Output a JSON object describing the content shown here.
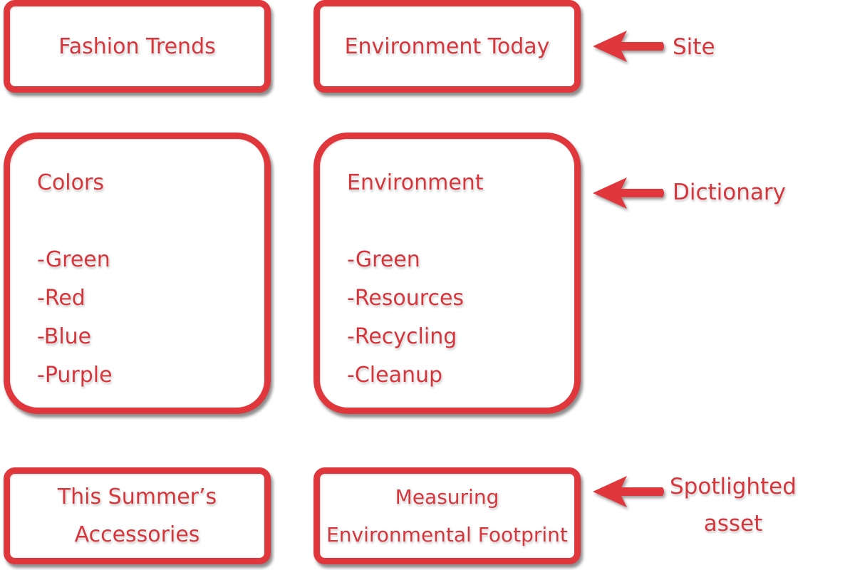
{
  "columns": [
    {
      "site": "Fashion Trends",
      "dictionary": {
        "title": "Colors",
        "terms": [
          "-Green",
          "-Red",
          "-Blue",
          "-Purple"
        ]
      },
      "asset": [
        "This Summer’s",
        "Accessories"
      ]
    },
    {
      "site": "Environment Today",
      "dictionary": {
        "title": "Environment",
        "terms": [
          "-Green",
          "-Resources",
          "-Recycling",
          "-Cleanup"
        ]
      },
      "asset": [
        "Measuring",
        "Environmental Footprint"
      ]
    }
  ],
  "annotations": {
    "site": "Site",
    "dictionary": "Dictionary",
    "asset": [
      "Spotlighted",
      "asset"
    ]
  },
  "colors": {
    "accent": "#e0373c",
    "text": "#d6363b"
  },
  "icons": {
    "arrow": "left-arrow-icon"
  }
}
